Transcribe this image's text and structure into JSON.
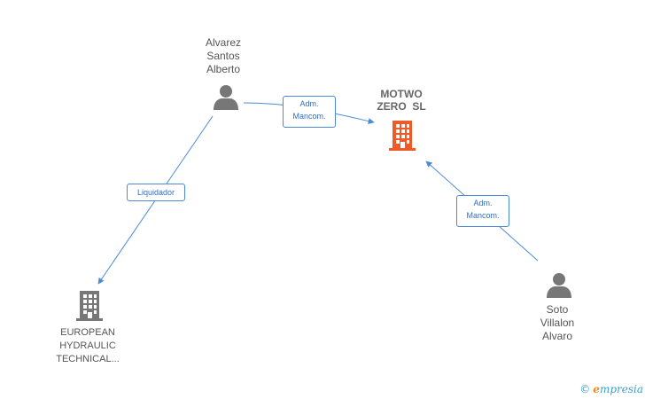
{
  "nodes": {
    "alvarez": {
      "type": "person",
      "label_lines": [
        "Alvarez",
        "Santos",
        "Alberto"
      ]
    },
    "motwo": {
      "type": "company",
      "highlight": true,
      "label_lines": [
        "MOTWO",
        "ZERO  SL"
      ]
    },
    "european": {
      "type": "company",
      "label_lines": [
        "EUROPEAN",
        "HYDRAULIC",
        "TECHNICAL..."
      ]
    },
    "soto": {
      "type": "person",
      "label_lines": [
        "Soto",
        "Villalon",
        "Alvaro"
      ]
    }
  },
  "edges": {
    "alvarez_motwo": {
      "label_lines": [
        "Adm.",
        "Mancom."
      ]
    },
    "alvarez_european": {
      "label_lines": [
        "Liquidador"
      ]
    },
    "soto_motwo": {
      "label_lines": [
        "Adm.",
        "Mancom."
      ]
    }
  },
  "colors": {
    "edge": "#4a89d8",
    "person_icon": "#777777",
    "company_icon": "#777777",
    "company_highlight": "#f05a28"
  },
  "watermark": {
    "copyright": "©",
    "brand_initial": "e",
    "brand_rest": "mpresia"
  }
}
